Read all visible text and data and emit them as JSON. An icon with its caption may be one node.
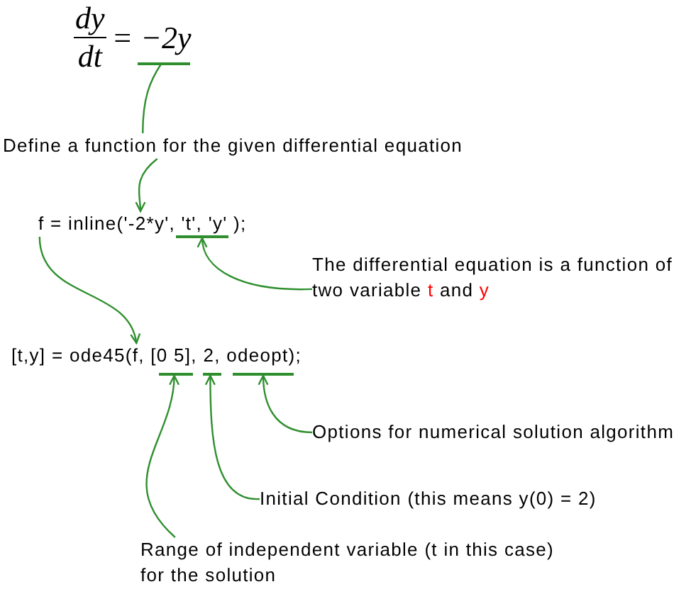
{
  "diagram": {
    "nodes": [
      {
        "text": [
          "dy",
          "dt",
          "= −2y"
        ]
      },
      {
        "text": [],
        "shape": "bar"
      },
      {
        "text": [
          "Define a function for the given differential equation"
        ]
      },
      {
        "text": [
          "f = inline('-2*y', 't', 'y' );"
        ]
      },
      {
        "text": [],
        "shape": "bar"
      },
      {
        "text": [
          "The differential equation is a function of two variable **t** and **y**"
        ]
      },
      {
        "text": [
          "[t,y] = ode45(f, [0 5], 2, odeopt);"
        ]
      },
      {
        "text": [],
        "shape": "bar"
      },
      {
        "text": [],
        "shape": "bar"
      },
      {
        "text": [],
        "shape": "bar"
      },
      {
        "text": [
          "Options for numerical solution algorithm"
        ]
      },
      {
        "text": [
          "Initial Condition (this means y(0) = 2)"
        ]
      },
      {
        "text": [
          "Range of independent variable (t in this case) for the solution"
        ]
      }
    ],
    "edges": [
      {
        "from": 2,
        "to": 1,
        "arrow": "none"
      },
      {
        "from": 2,
        "to": 3,
        "arrow": "to"
      },
      {
        "from": 5,
        "to": 4,
        "arrow": "to"
      },
      {
        "from": 3,
        "to": 6,
        "arrow": "to"
      },
      {
        "from": 10,
        "to": 9,
        "arrow": "to"
      },
      {
        "from": 11,
        "to": 8,
        "arrow": "to"
      },
      {
        "from": 12,
        "to": 7,
        "arrow": "to"
      }
    ]
  }
}
